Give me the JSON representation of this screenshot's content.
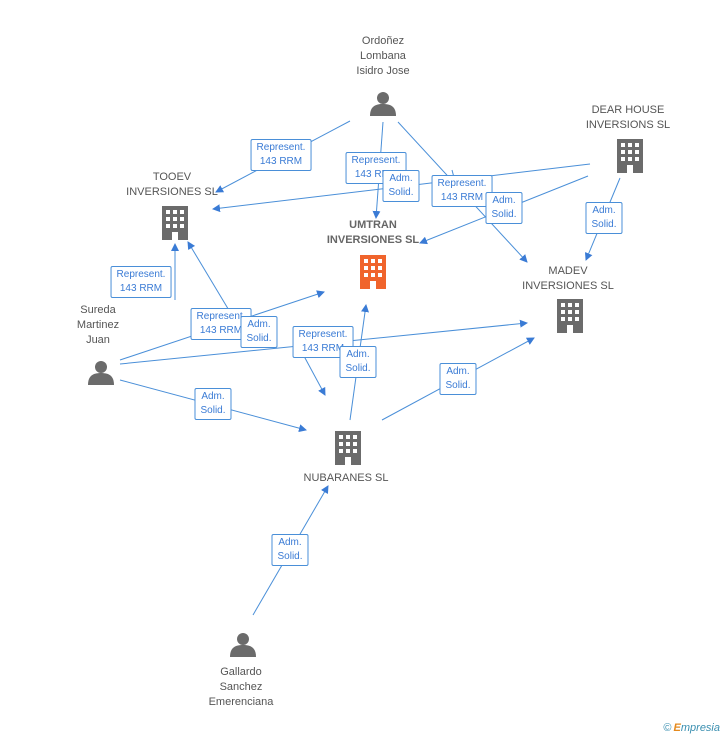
{
  "nodes": {
    "ordonez": {
      "lines": [
        "Ordoñez",
        "Lombana",
        "Isidro Jose"
      ],
      "kind": "person"
    },
    "dearhouse": {
      "lines": [
        "DEAR HOUSE",
        "INVERSIONS  SL"
      ],
      "kind": "company"
    },
    "tooev": {
      "lines": [
        "TOOEV",
        "INVERSIONES SL"
      ],
      "kind": "company"
    },
    "umtran": {
      "lines": [
        "UMTRAN",
        "INVERSIONES SL"
      ],
      "kind": "company-main"
    },
    "madev": {
      "lines": [
        "MADEV",
        "INVERSIONES SL"
      ],
      "kind": "company"
    },
    "sureda": {
      "lines": [
        "Sureda",
        "Martinez",
        "Juan"
      ],
      "kind": "person"
    },
    "nubaranes": {
      "lines": [
        "NUBARANES SL"
      ],
      "kind": "company"
    },
    "gallardo": {
      "lines": [
        "Gallardo",
        "Sanchez",
        "Emerenciana"
      ],
      "kind": "person"
    }
  },
  "edge_labels": [
    {
      "id": "e1",
      "lines": [
        "Represent.",
        "143 RRM"
      ]
    },
    {
      "id": "e2",
      "lines": [
        "Represent.",
        "143 RRM"
      ]
    },
    {
      "id": "e3",
      "lines": [
        "Adm.",
        "Solid."
      ]
    },
    {
      "id": "e4",
      "lines": [
        "Represent.",
        "143 RRM"
      ]
    },
    {
      "id": "e5",
      "lines": [
        "Adm.",
        "Solid."
      ]
    },
    {
      "id": "e6",
      "lines": [
        "Adm.",
        "Solid."
      ]
    },
    {
      "id": "e7",
      "lines": [
        "Represent.",
        "143 RRM"
      ]
    },
    {
      "id": "e8",
      "lines": [
        "Represent.",
        "143 RRM"
      ]
    },
    {
      "id": "e9",
      "lines": [
        "Adm.",
        "Solid."
      ]
    },
    {
      "id": "e10",
      "lines": [
        "Represent.",
        "143 RRM"
      ]
    },
    {
      "id": "e11",
      "lines": [
        "Adm.",
        "Solid."
      ]
    },
    {
      "id": "e12",
      "lines": [
        "Adm.",
        "Solid."
      ]
    },
    {
      "id": "e13",
      "lines": [
        "Adm.",
        "Solid."
      ]
    },
    {
      "id": "e14",
      "lines": [
        "Adm.",
        "Solid."
      ]
    }
  ],
  "footer": {
    "copyright": "©",
    "brand_initial": "E",
    "brand_rest": "mpresia"
  },
  "colors": {
    "edge": "#4a8fd8",
    "icon": "#6b6b6b",
    "main": "#f0642c"
  }
}
